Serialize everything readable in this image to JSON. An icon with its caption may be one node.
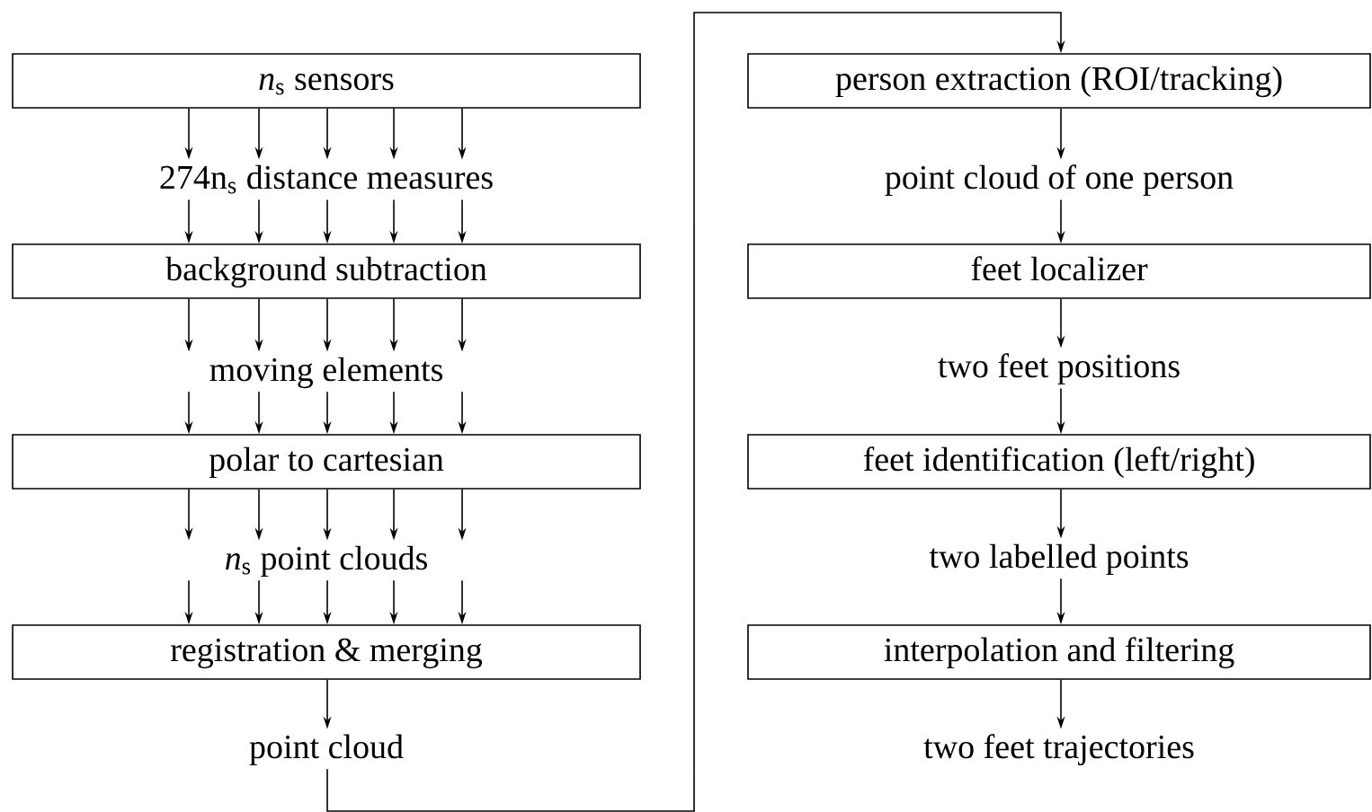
{
  "diagram": {
    "nodes": [
      {
        "text": [
          "*n*$_{s}$ sensors"
        ]
      },
      {
        "text": [
          "274n$_{s}$ distance measures"
        ]
      },
      {
        "text": [
          "background subtraction"
        ]
      },
      {
        "text": [
          "moving elements"
        ]
      },
      {
        "text": [
          "polar to cartesian"
        ]
      },
      {
        "text": [
          "*n*$_{s}$ point clouds"
        ]
      },
      {
        "text": [
          "registration & merging"
        ]
      },
      {
        "text": [
          "point cloud"
        ]
      },
      {
        "text": [
          "person extraction (ROI/tracking)"
        ]
      },
      {
        "text": [
          "point cloud of one person"
        ]
      },
      {
        "text": [
          "feet localizer"
        ]
      },
      {
        "text": [
          "two feet positions"
        ]
      },
      {
        "text": [
          "feet identification (left/right)"
        ]
      },
      {
        "text": [
          "two labelled points"
        ]
      },
      {
        "text": [
          "interpolation and filtering"
        ]
      },
      {
        "text": [
          "two feet trajectories"
        ]
      }
    ],
    "edges": [
      {
        "from": 0,
        "to": 1,
        "arrow": "to"
      },
      {
        "from": 0,
        "to": 1,
        "arrow": "to"
      },
      {
        "from": 0,
        "to": 1,
        "arrow": "to"
      },
      {
        "from": 0,
        "to": 1,
        "arrow": "to"
      },
      {
        "from": 0,
        "to": 1,
        "arrow": "to"
      },
      {
        "from": 1,
        "to": 2,
        "arrow": "to"
      },
      {
        "from": 1,
        "to": 2,
        "arrow": "to"
      },
      {
        "from": 1,
        "to": 2,
        "arrow": "to"
      },
      {
        "from": 1,
        "to": 2,
        "arrow": "to"
      },
      {
        "from": 1,
        "to": 2,
        "arrow": "to"
      },
      {
        "from": 2,
        "to": 3,
        "arrow": "to"
      },
      {
        "from": 2,
        "to": 3,
        "arrow": "to"
      },
      {
        "from": 2,
        "to": 3,
        "arrow": "to"
      },
      {
        "from": 2,
        "to": 3,
        "arrow": "to"
      },
      {
        "from": 2,
        "to": 3,
        "arrow": "to"
      },
      {
        "from": 3,
        "to": 4,
        "arrow": "to"
      },
      {
        "from": 3,
        "to": 4,
        "arrow": "to"
      },
      {
        "from": 3,
        "to": 4,
        "arrow": "to"
      },
      {
        "from": 3,
        "to": 4,
        "arrow": "to"
      },
      {
        "from": 3,
        "to": 4,
        "arrow": "to"
      },
      {
        "from": 4,
        "to": 5,
        "arrow": "to"
      },
      {
        "from": 4,
        "to": 5,
        "arrow": "to"
      },
      {
        "from": 4,
        "to": 5,
        "arrow": "to"
      },
      {
        "from": 4,
        "to": 5,
        "arrow": "to"
      },
      {
        "from": 4,
        "to": 5,
        "arrow": "to"
      },
      {
        "from": 5,
        "to": 6,
        "arrow": "to"
      },
      {
        "from": 5,
        "to": 6,
        "arrow": "to"
      },
      {
        "from": 5,
        "to": 6,
        "arrow": "to"
      },
      {
        "from": 5,
        "to": 6,
        "arrow": "to"
      },
      {
        "from": 5,
        "to": 6,
        "arrow": "to"
      },
      {
        "from": 6,
        "to": 7,
        "arrow": "to"
      },
      {
        "from": 7,
        "to": 8,
        "arrow": "to"
      },
      {
        "from": 8,
        "to": 9,
        "arrow": "to"
      },
      {
        "from": 9,
        "to": 10,
        "arrow": "to"
      },
      {
        "from": 10,
        "to": 11,
        "arrow": "to"
      },
      {
        "from": 11,
        "to": 12,
        "arrow": "to"
      },
      {
        "from": 12,
        "to": 13,
        "arrow": "to"
      },
      {
        "from": 13,
        "to": 14,
        "arrow": "to"
      },
      {
        "from": 14,
        "to": 15,
        "arrow": "to"
      }
    ]
  }
}
